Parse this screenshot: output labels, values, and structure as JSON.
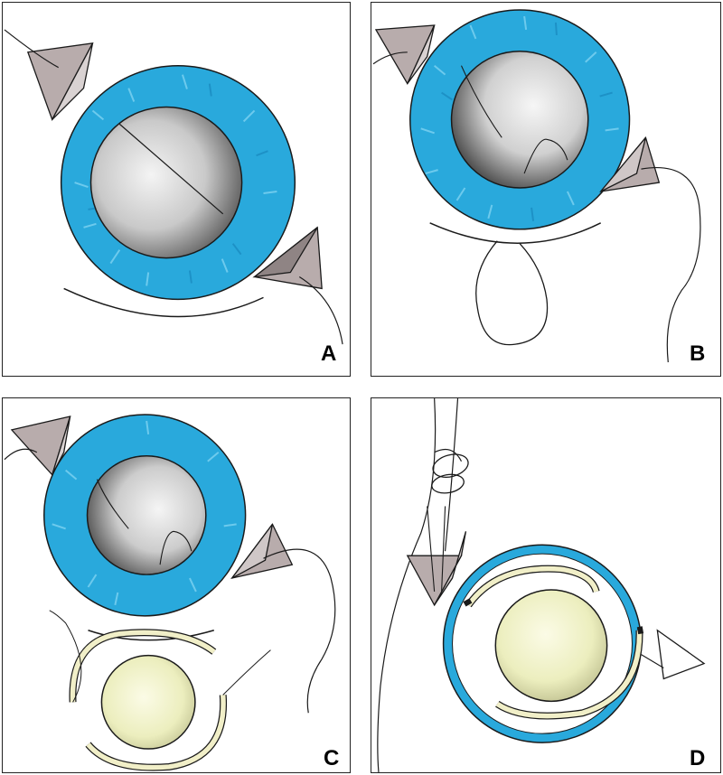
{
  "panels": [
    {
      "label": "A"
    },
    {
      "label": "B"
    },
    {
      "label": "C"
    },
    {
      "label": "D"
    }
  ],
  "colors": {
    "ring_blue": "#29a9dc",
    "ring_blue_dark": "#1888be",
    "lens_yellow": "#eef0c0",
    "haptic_yellow": "#f1efc8",
    "hook_gray": "#b8acac",
    "ink": "#1a1a1a"
  }
}
